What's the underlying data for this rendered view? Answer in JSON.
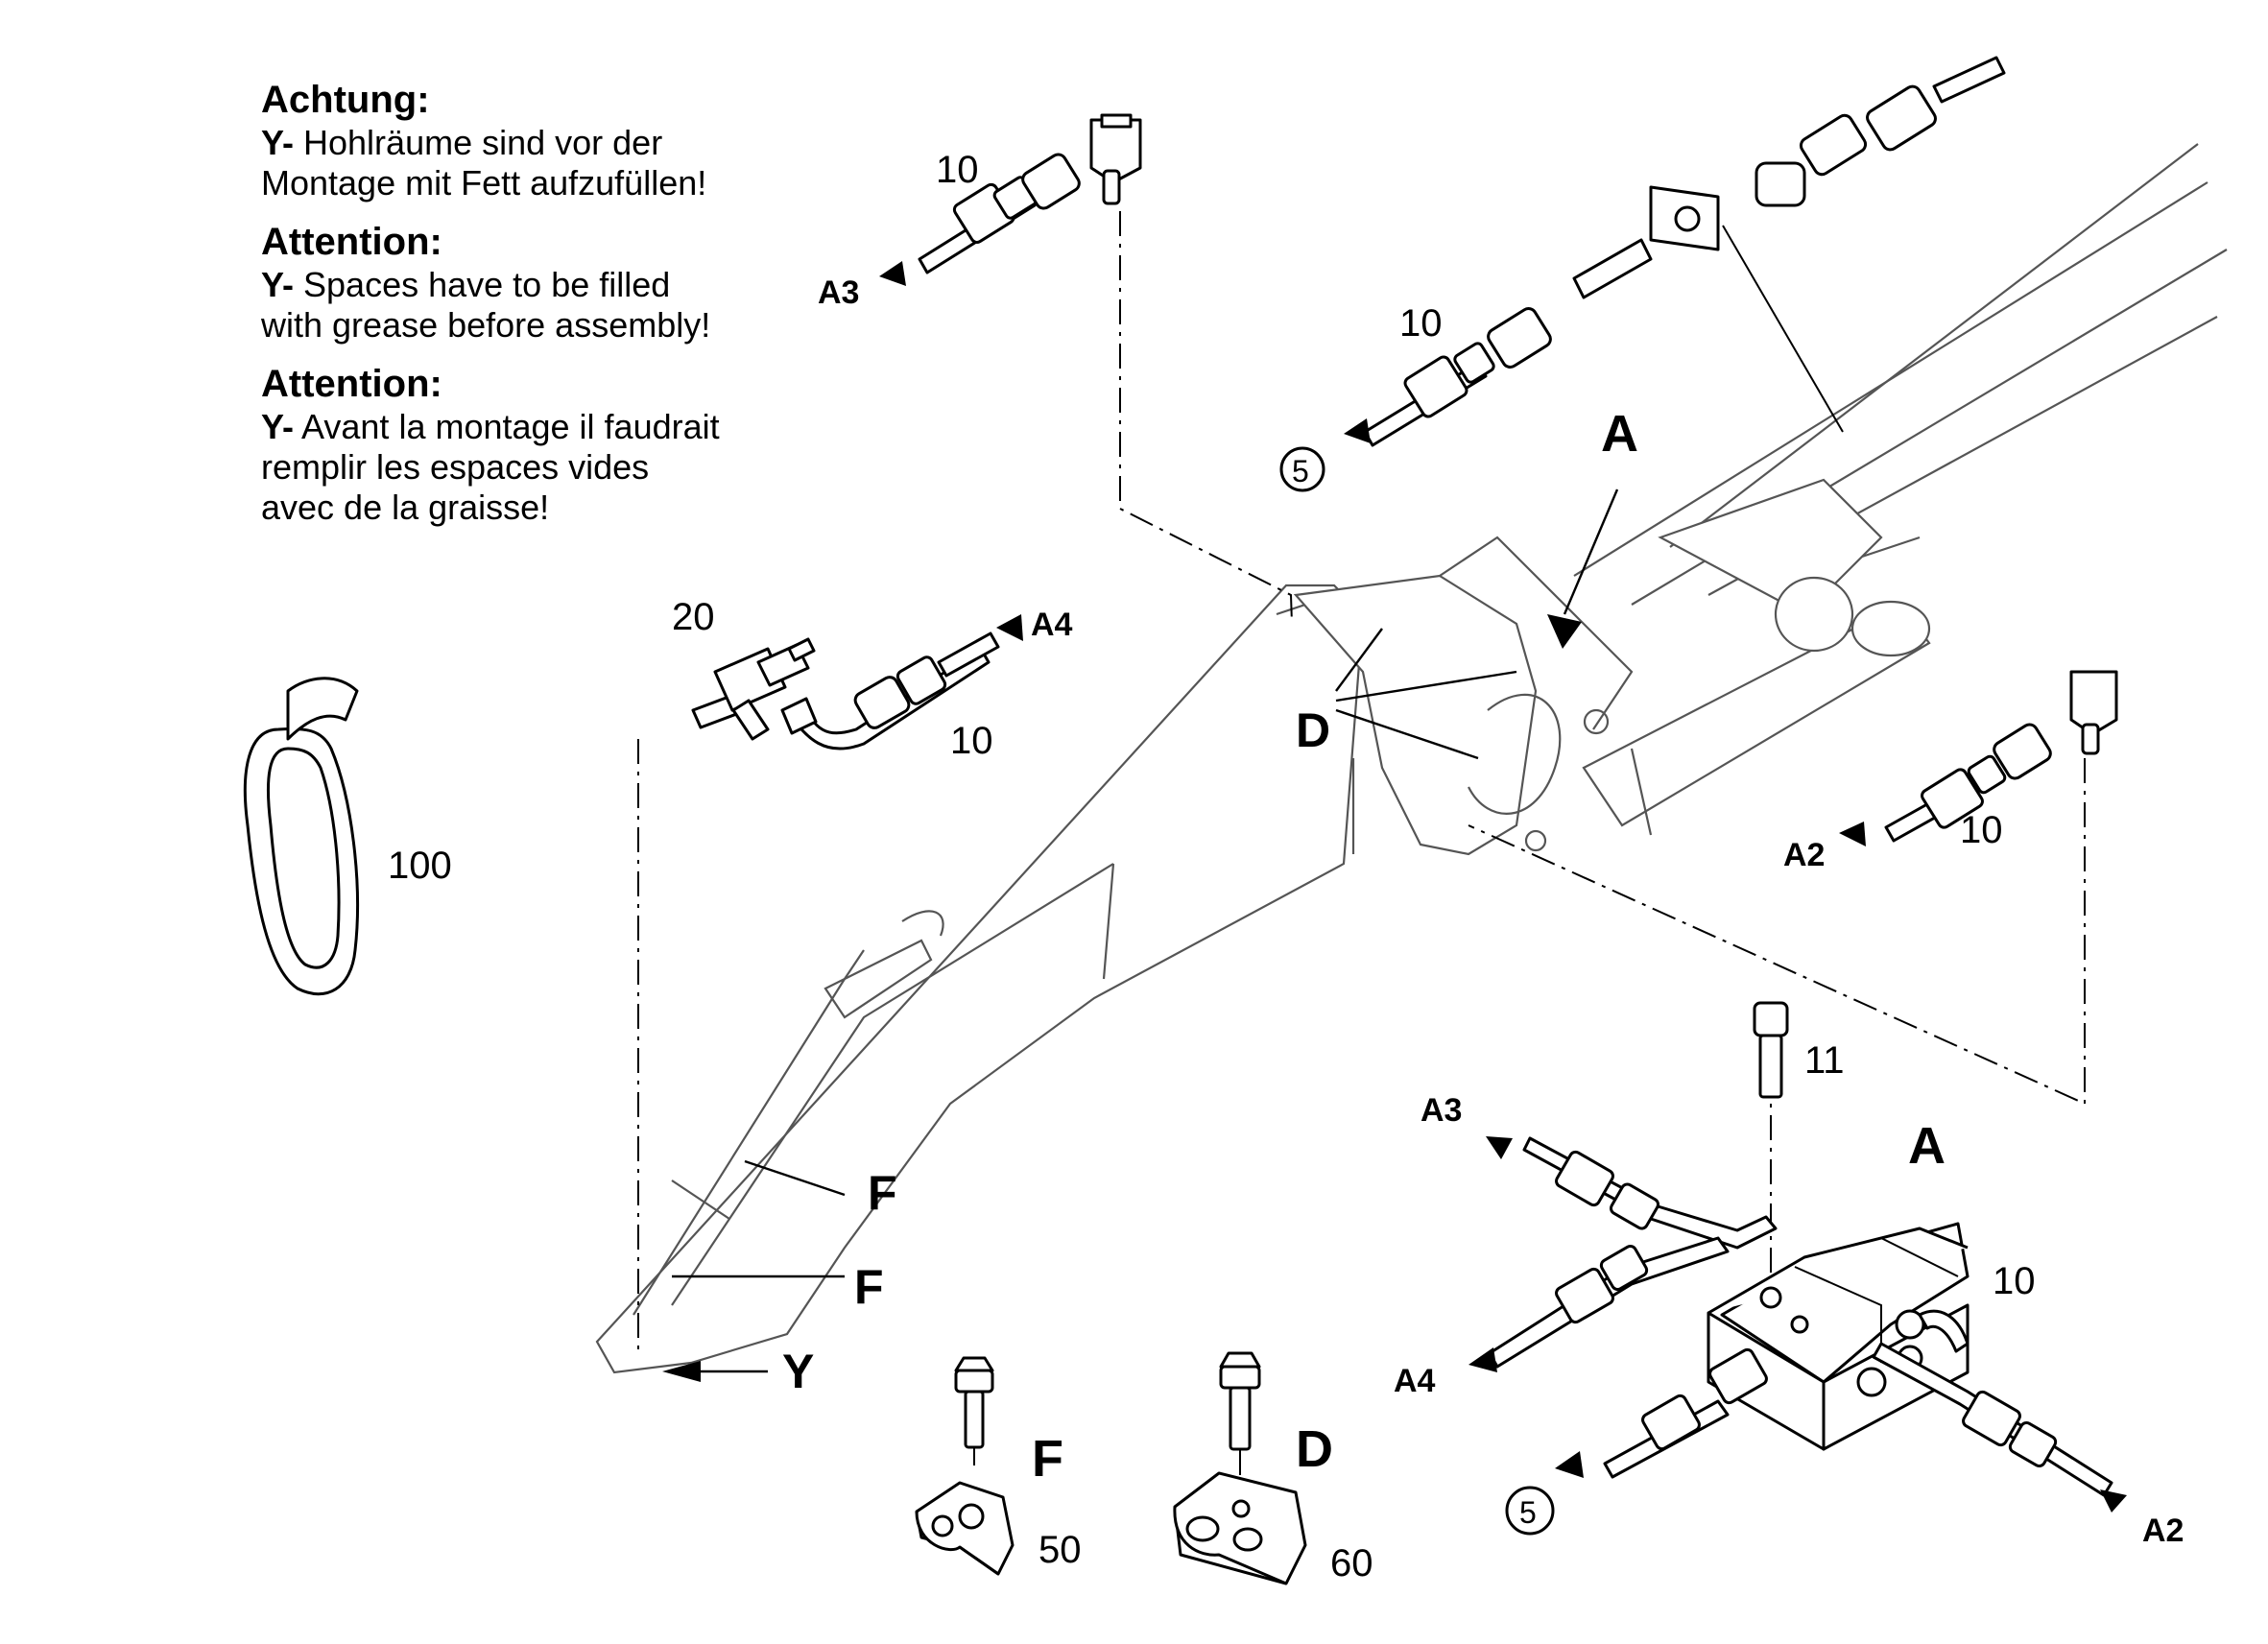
{
  "notes": [
    {
      "heading": "Achtung:",
      "marker": "Y-",
      "line1": " Hohlräume sind vor der",
      "line2": "Montage mit Fett aufzufüllen!",
      "line3": ""
    },
    {
      "heading": "Attention:",
      "marker": "Y-",
      "line1": " Spaces have to be filled",
      "line2": "with grease before assembly!",
      "line3": ""
    },
    {
      "heading": "Attention:",
      "marker": "Y-",
      "line1": " Avant la montage il faudrait",
      "line2": "remplir les espaces vides",
      "line3": "avec de la graisse!"
    }
  ],
  "part_numbers": {
    "fitting_top": "10",
    "fitting_mid": "10",
    "tee_left": "20",
    "hose_left": "10",
    "fitting_right": "10",
    "bolt": "11",
    "block": "10",
    "clamp_f": "50",
    "clamp_d": "60",
    "band": "100"
  },
  "detail_letters": {
    "a_boom": "A",
    "a_detail": "A",
    "d_boom": "D",
    "d_detail": "D",
    "f_upper": "F",
    "f_lower": "F",
    "f_detail": "F",
    "y": "Y"
  },
  "connections": {
    "a3_top": "A3",
    "a4_left": "A4",
    "a2_right": "A2",
    "a3_block": "A3",
    "a4_block": "A4",
    "a2_block": "A2",
    "five_top": "5",
    "five_block": "5"
  }
}
